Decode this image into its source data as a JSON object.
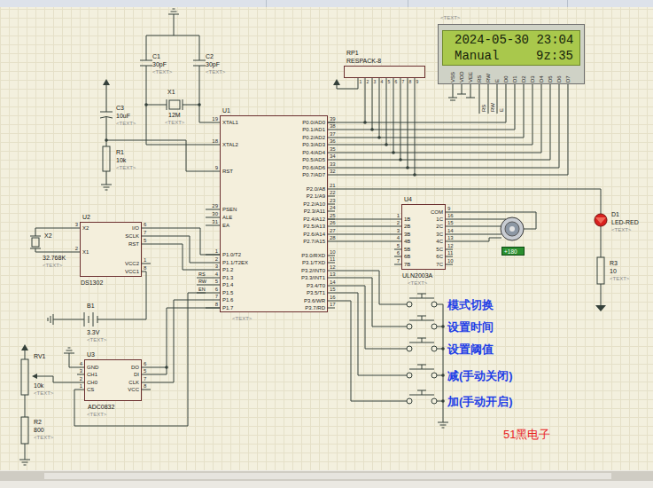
{
  "diagram": {
    "nodes": [
      {
        "text": [
          "2024-05-30 23:04",
          "Manual",
          "9z:35"
        ]
      },
      {
        "text": [
          "RP1",
          "RESPACK-8"
        ]
      },
      {
        "text": [
          "U1"
        ]
      },
      {
        "text": [
          "U2",
          "DS1302"
        ]
      },
      {
        "text": [
          "U4",
          "ULN2003A"
        ]
      },
      {
        "text": [
          "+180"
        ]
      },
      {
        "text": [
          "U3",
          "ADC0832"
        ]
      }
    ],
    "edges": [
      {
        "from": 2,
        "to": 0,
        "arrow": "none"
      },
      {
        "from": 3,
        "to": 2,
        "arrow": "none"
      },
      {
        "from": 6,
        "to": 2,
        "arrow": "none"
      },
      {
        "from": 2,
        "to": 4,
        "arrow": "none"
      }
    ],
    "labels": [
      "XTAL1",
      "XTAL2",
      "RST",
      "PSEN",
      "ALE",
      "EA",
      "P1.0/T2",
      "P1.1/T2EX",
      "P1.2",
      "P1.3",
      "P1.4",
      "P1.5",
      "P1.6",
      "P1.7",
      "19",
      "18",
      "9",
      "29",
      "30",
      "31",
      "1",
      "2",
      "3",
      "4",
      "5",
      "6",
      "7",
      "8",
      "P0.0/AD0",
      "P0.1/AD1",
      "P0.2/AD2",
      "P0.3/AD3",
      "P0.4/AD4",
      "P0.5/AD5",
      "P0.6/AD6",
      "P0.7/AD7",
      "P2.0/A8",
      "P2.1/A9",
      "P2.2/A10",
      "P2.3/A11",
      "P2.4/A12",
      "P2.5/A13",
      "P2.6/A14",
      "P2.7/A15",
      "P3.0/RXD",
      "P3.1/TXD",
      "P3.2/INT0",
      "P3.3/INT1",
      "P3.4/T0",
      "P3.5/T1",
      "P3.6/WR",
      "P3.7/RD",
      "39",
      "38",
      "37",
      "36",
      "35",
      "34",
      "33",
      "32",
      "21",
      "22",
      "23",
      "24",
      "25",
      "26",
      "27",
      "28",
      "10",
      "11",
      "12",
      "13",
      "14",
      "15",
      "16",
      "17",
      "VSS",
      "VDD",
      "VEE",
      "RS",
      "RW",
      "E",
      "D0",
      "D1",
      "D2",
      "D3",
      "D4",
      "D5",
      "D6",
      "D7",
      "RS",
      "RW",
      "E",
      "1",
      "2",
      "3",
      "4",
      "5",
      "6",
      "7",
      "8",
      "9",
      "1B",
      "2B",
      "3B",
      "4B",
      "5B",
      "6B",
      "7B",
      "COM",
      "1C",
      "2C",
      "3C",
      "4C",
      "5C",
      "6C",
      "7C",
      "1",
      "2",
      "3",
      "4",
      "5",
      "6",
      "7",
      "9",
      "16",
      "15",
      "14",
      "13",
      "12",
      "11",
      "10",
      "X2",
      "X1",
      "I/O",
      "SCLK",
      "RST",
      "VCC2",
      "VCC1",
      "3",
      "2",
      "6",
      "7",
      "5",
      "1",
      "8",
      "GND",
      "CH1",
      "CH0",
      "CS",
      "DO",
      "DI",
      "CLK",
      "VCC",
      "4",
      "3",
      "2",
      "1",
      "6",
      "5",
      "7",
      "8",
      "C1",
      "30pF",
      "<TEXT>",
      "C2",
      "30pF",
      "<TEXT>",
      "X1",
      "12M",
      "<TEXT>",
      "C3",
      "10uF",
      "<TEXT>",
      "R1",
      "10k",
      "<TEXT>",
      "<TEXT>",
      "<TEXT>",
      "<TEXT>",
      "X2",
      "32.768K",
      "<TEXT>",
      "B1",
      "3.3V",
      "<TEXT>",
      "<TEXT>",
      "RV1",
      "10k",
      "<TEXT>",
      "R2",
      "800",
      "<TEXT>",
      "D1",
      "LED-RED",
      "<TEXT>",
      "R3",
      "10",
      "<TEXT>",
      "RS",
      "RW",
      "EN",
      "模式切换",
      "设置时间",
      "设置阈值",
      "减(手动关闭)",
      "加(手动开启)",
      "51黑电子"
    ]
  }
}
